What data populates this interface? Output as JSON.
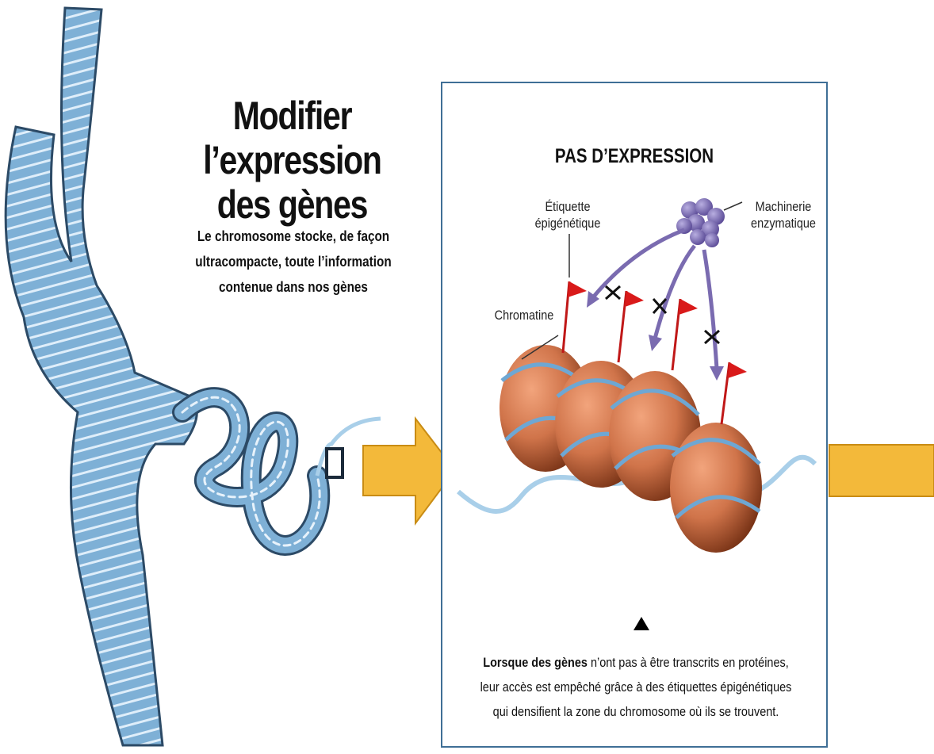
{
  "title": {
    "line1": "Modifier l’expression",
    "line2": "des gènes"
  },
  "subtitle": {
    "line1": "Le chromosome stocke, de façon",
    "line2": "ultracompacte, toute l’information",
    "line3": "contenue dans nos gènes"
  },
  "panel": {
    "title": "PAS D’EXPRESSION",
    "labels": {
      "etiquette_line1": "Étiquette",
      "etiquette_line2": "épigénétique",
      "machinerie_line1": "Machinerie",
      "machinerie_line2": "enzymatique",
      "chromatine": "Chromatine"
    },
    "caption": {
      "bold": "Lorsque des gènes",
      "line1_rest": " n’ont pas à être transcrits en protéines,",
      "line2": "leur accès est empêché grâce à des étiquettes épigénétiques",
      "line3": "qui densifient la zone du chromosome où ils se trouvent."
    }
  },
  "colors": {
    "chromosome_blue": "#7eb0d6",
    "chromosome_outline": "#2c4a66",
    "arrow_yellow": "#f3b93a",
    "nucleosome_orange": "#d0744a",
    "flag_red": "#d91a1a",
    "enzyme_purple": "#7a6bb0",
    "panel_border": "#3f6f96"
  }
}
